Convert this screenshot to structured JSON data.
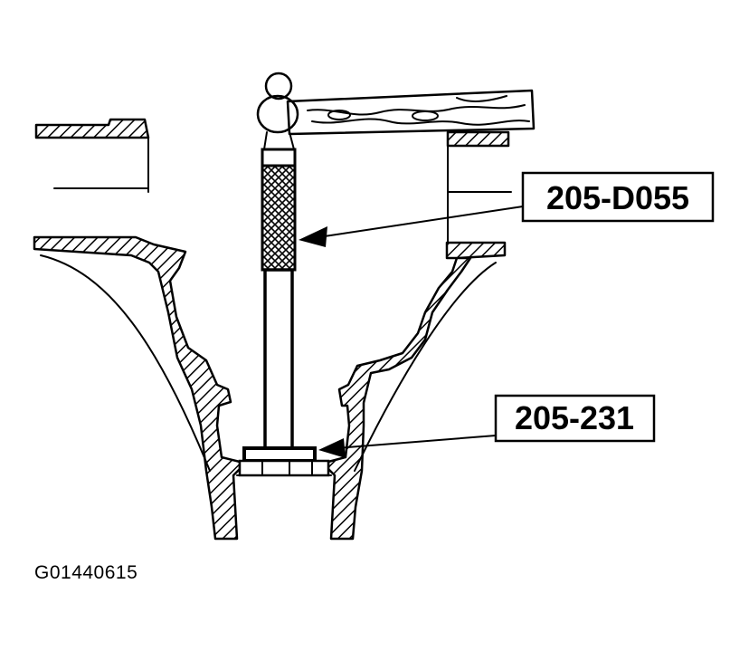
{
  "figure_id": "G01440615",
  "callouts": [
    {
      "label": "205-D055",
      "points_to": "handle"
    },
    {
      "label": "205-231",
      "points_to": "driver-plate"
    }
  ],
  "colors": {
    "ink": "#000000",
    "background": "#ffffff"
  }
}
